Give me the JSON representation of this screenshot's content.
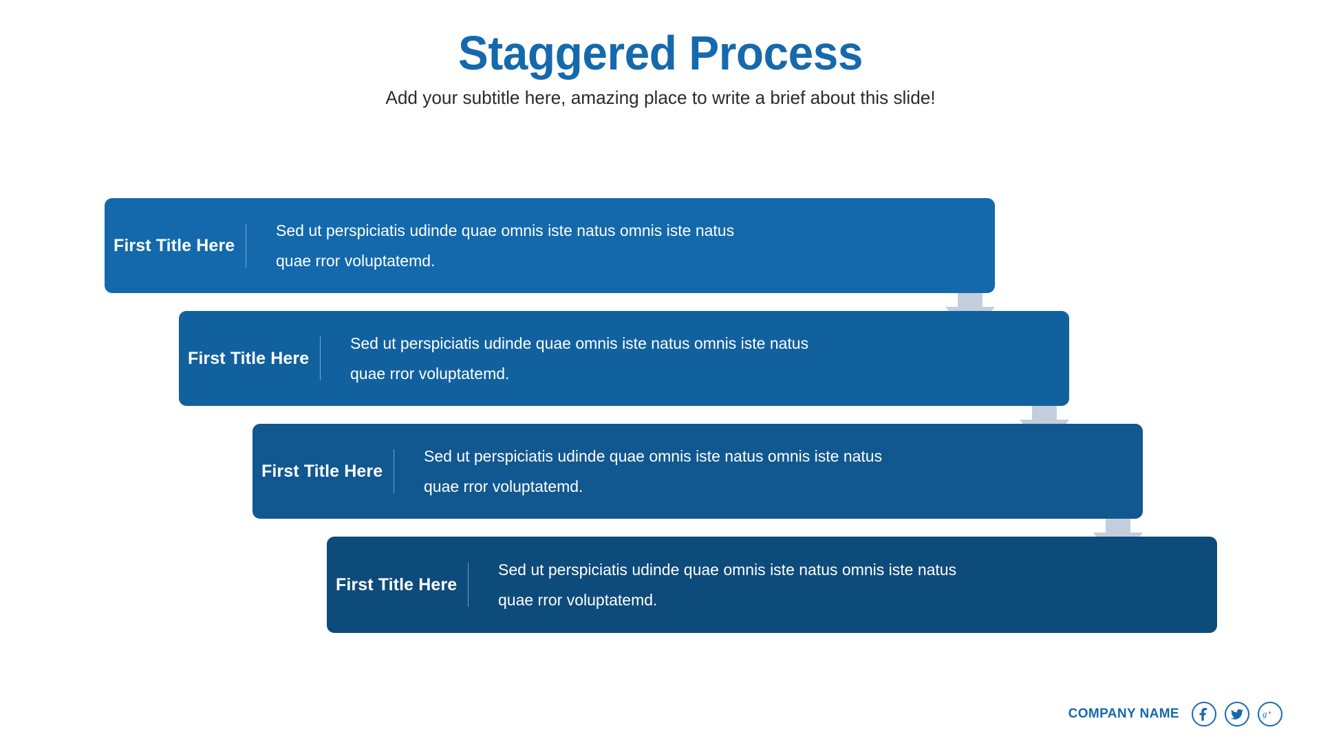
{
  "header": {
    "title": "Staggered Process",
    "subtitle": "Add your subtitle here, amazing place to write a brief about this slide!"
  },
  "colors": {
    "brand_blue": "#1569ad",
    "bar_1": "#1369ab",
    "bar_2": "#12619f",
    "bar_3": "#115890",
    "bar_4": "#0d4b7a",
    "arrow": "#c3cedd",
    "text_dark": "#2b2b2b",
    "text_light": "#ffffff"
  },
  "process": {
    "steps": [
      {
        "title": "First Title Here",
        "body": "Sed ut perspiciatis udinde quae omnis iste natus omnis iste natus\nquae rror voluptatemd."
      },
      {
        "title": "First Title Here",
        "body": "Sed ut perspiciatis udinde quae omnis iste natus omnis iste natus\nquae rror voluptatemd."
      },
      {
        "title": "First Title Here",
        "body": "Sed ut perspiciatis udinde quae omnis iste natus omnis iste natus\nquae rror voluptatemd."
      },
      {
        "title": "First Title Here",
        "body": "Sed ut perspiciatis udinde quae omnis iste natus omnis iste natus\nquae rror voluptatemd."
      }
    ],
    "connectors": [
      {
        "icon": "arrow-down-icon"
      },
      {
        "icon": "arrow-down-icon"
      },
      {
        "icon": "arrow-down-icon"
      }
    ]
  },
  "footer": {
    "company_name": "COMPANY NAME",
    "social": [
      {
        "name": "facebook-icon",
        "glyph": "f"
      },
      {
        "name": "twitter-icon",
        "glyph": "t"
      },
      {
        "name": "google-plus-icon",
        "glyph": "g+"
      }
    ]
  }
}
